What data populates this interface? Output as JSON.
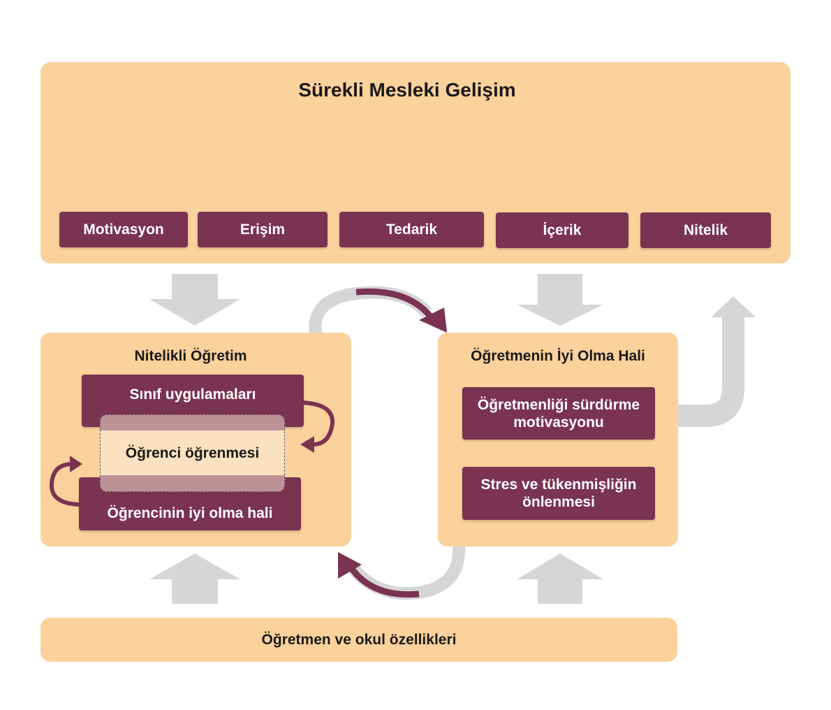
{
  "top_box": {
    "title": "Sürekli Mesleki Gelişim",
    "items": [
      "Motivasyon",
      "Erişim",
      "Tedarik",
      "İçerik",
      "Nitelik"
    ]
  },
  "left_box": {
    "title": "Nitelikli Öğretim",
    "classroom_practices": "Sınıf uygulamaları",
    "student_learning": "Öğrenci öğrenmesi",
    "student_wellbeing": "Öğrencinin iyi olma hali"
  },
  "right_box": {
    "title": "Öğretmenin İyi Olma Hali",
    "item1_line1": "Öğretmenliği sürdürme",
    "item1_line2": "motivasyonu",
    "item2_line1": "Stres ve tükenmişliğin",
    "item2_line2": "önlenmesi"
  },
  "bottom_box": {
    "title": "Öğretmen ve okul özellikleri"
  },
  "colors": {
    "peach": "#fbd19c",
    "plum": "#7a3350",
    "grey_arrow": "#d6d6d6"
  }
}
